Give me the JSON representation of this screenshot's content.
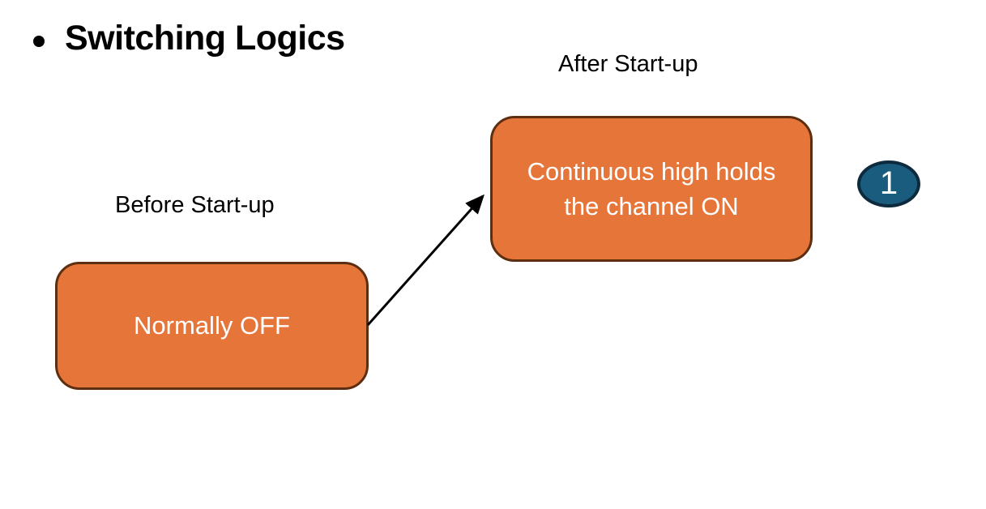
{
  "title": "Switching Logics",
  "labels": {
    "after": "After Start-up",
    "before": "Before Start-up"
  },
  "nodes": {
    "after_box": "Continuous high holds\nthe channel ON",
    "before_box": "Normally OFF"
  },
  "badge": "1",
  "colors": {
    "bg": "#ffffff",
    "text": "#000000",
    "box_fill": "#e6753a",
    "box_border": "#5e2e10",
    "box_text": "#ffffff",
    "badge_fill": "#1a5c7e",
    "badge_border": "#0e2b3d",
    "arrow": "#000000"
  },
  "icons": {
    "bullet": "bullet-dot",
    "arrow": "up-right-arrow"
  }
}
